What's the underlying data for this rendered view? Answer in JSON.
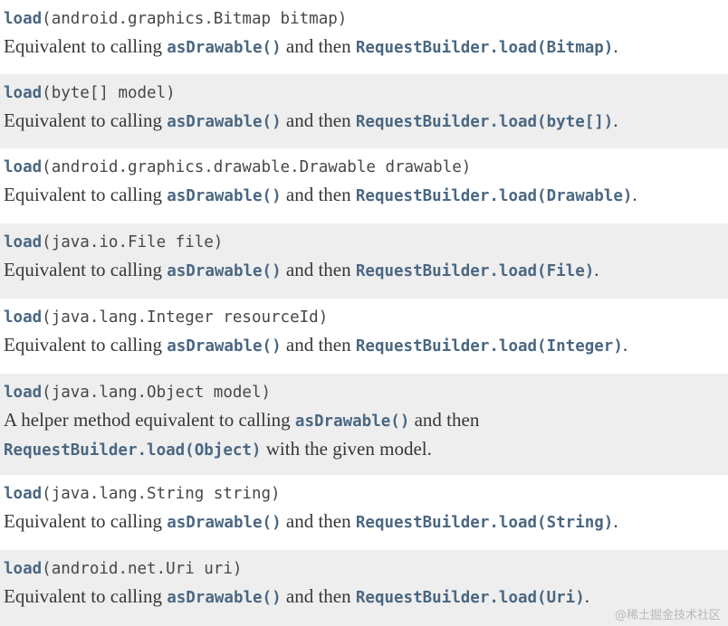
{
  "rows": [
    {
      "name": "load",
      "params": "(android.graphics.Bitmap bitmap)",
      "pre": "Equivalent to calling ",
      "code1": "asDrawable()",
      "mid": " and then ",
      "code2": "RequestBuilder.load(Bitmap)",
      "post": "."
    },
    {
      "name": "load",
      "params": "(byte[] model)",
      "pre": "Equivalent to calling ",
      "code1": "asDrawable()",
      "mid": " and then ",
      "code2": "RequestBuilder.load(byte[])",
      "post": "."
    },
    {
      "name": "load",
      "params": "(android.graphics.drawable.Drawable drawable)",
      "pre": "Equivalent to calling ",
      "code1": "asDrawable()",
      "mid": " and then ",
      "code2": "RequestBuilder.load(Drawable)",
      "post": "."
    },
    {
      "name": "load",
      "params": "(java.io.File file)",
      "pre": "Equivalent to calling ",
      "code1": "asDrawable()",
      "mid": " and then ",
      "code2": "RequestBuilder.load(File)",
      "post": "."
    },
    {
      "name": "load",
      "params": "(java.lang.Integer resourceId)",
      "pre": "Equivalent to calling ",
      "code1": "asDrawable()",
      "mid": " and then ",
      "code2": "RequestBuilder.load(Integer)",
      "post": "."
    },
    {
      "name": "load",
      "params": "(java.lang.Object model)",
      "pre": "A helper method equivalent to calling ",
      "code1": "asDrawable()",
      "mid": " and then",
      "code2": "RequestBuilder.load(Object)",
      "post": " with the given model."
    },
    {
      "name": "load",
      "params": "(java.lang.String string)",
      "pre": "Equivalent to calling ",
      "code1": "asDrawable()",
      "mid": " and then ",
      "code2": "RequestBuilder.load(String)",
      "post": "."
    },
    {
      "name": "load",
      "params": "(android.net.Uri uri)",
      "pre": "Equivalent to calling ",
      "code1": "asDrawable()",
      "mid": " and then ",
      "code2": "RequestBuilder.load(Uri)",
      "post": "."
    }
  ],
  "watermark": "@稀土掘金技术社区"
}
